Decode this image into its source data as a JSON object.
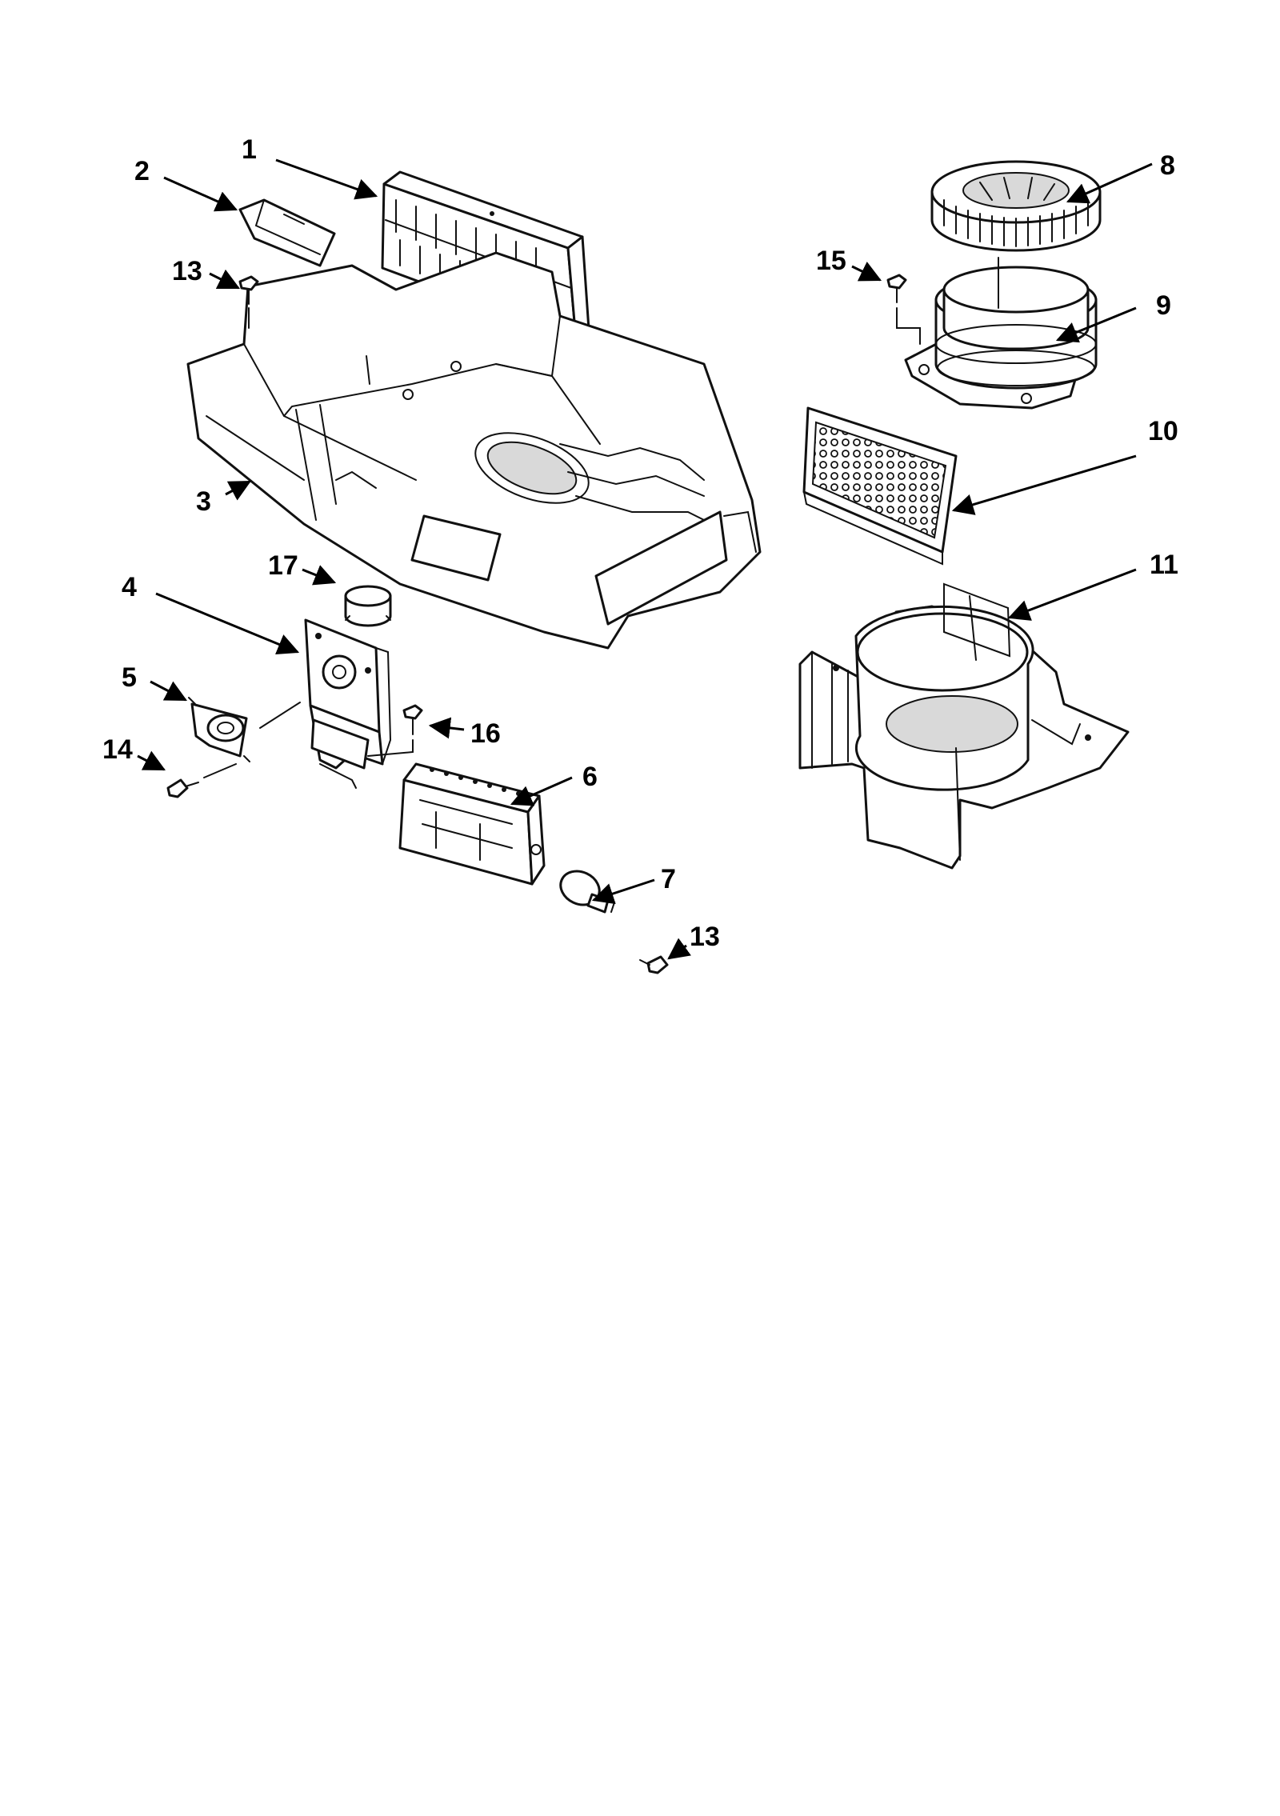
{
  "callouts": {
    "c1": "1",
    "c2": "2",
    "c3": "3",
    "c4": "4",
    "c5": "5",
    "c6": "6",
    "c7": "7",
    "c8": "8",
    "c9": "9",
    "c10": "10",
    "c11": "11",
    "c13a": "13",
    "c13b": "13",
    "c14": "14",
    "c15": "15",
    "c16": "16",
    "c17": "17"
  }
}
